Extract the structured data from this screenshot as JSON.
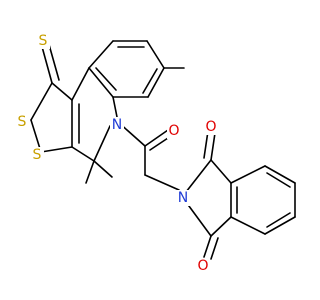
{
  "diagram": {
    "colors": {
      "bond": "#000000",
      "S": "#c8a000",
      "N": "#1f3bd6",
      "O": "#e00000"
    },
    "atoms": [
      {
        "id": "S_thione",
        "element": "S",
        "label": "S"
      },
      {
        "id": "S_ring_left",
        "element": "S",
        "label": "S"
      },
      {
        "id": "S_ring_low",
        "element": "S",
        "label": "S"
      },
      {
        "id": "N_quin",
        "element": "N",
        "label": "N"
      },
      {
        "id": "O_amide",
        "element": "O",
        "label": "O"
      },
      {
        "id": "N_imide",
        "element": "N",
        "label": "N"
      },
      {
        "id": "O_imide_top",
        "element": "O",
        "label": "O"
      },
      {
        "id": "O_imide_bot",
        "element": "O",
        "label": "O"
      }
    ]
  }
}
